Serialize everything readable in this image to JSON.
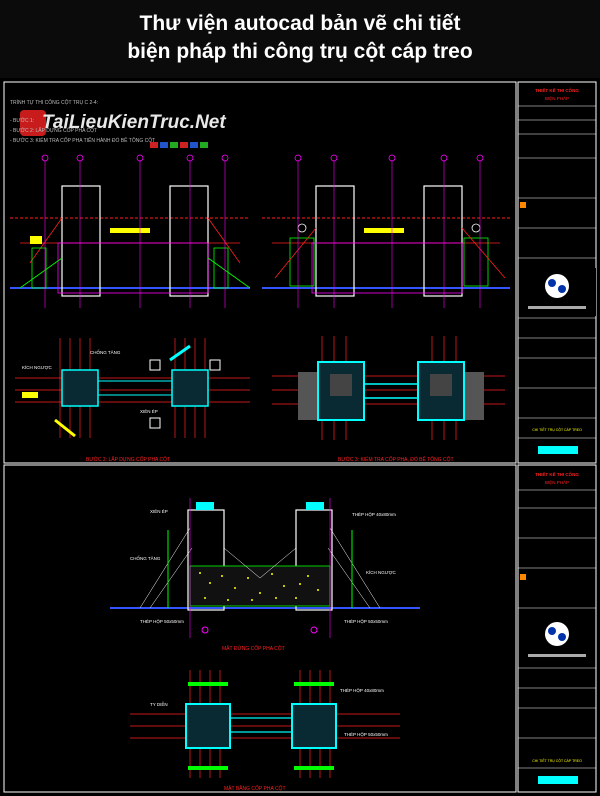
{
  "header": {
    "title_line1": "Thư viện autocad bản vẽ chi tiết",
    "title_line2": "biện pháp thi công trụ cột cáp treo"
  },
  "watermark": {
    "text": "TaiLieuKienTruc.Net"
  },
  "top_panel": {
    "notes": [
      "TRÌNH TỰ THI CÔNG CỘT TRỤ C 2-4:",
      "- BƯỚC 1:",
      "- BƯỚC 2: LẮP DỰNG CỐP PHA CỘT",
      "- BƯỚC 3: KIỂM TRA CỐP PHA TIẾN HÀNH ĐỔ BÊ TÔNG CỘT"
    ],
    "label_step2": "BƯỚC 2: LẮP DỰNG CỐP PHA CỘT",
    "label_step3": "BƯỚC 3: KIỂM TRA CỐP PHA, ĐỔ BÊ TÔNG CỘT",
    "label_prop": "CHỐNG TĂNG",
    "label_ke": "KÍCH NGƯỢC",
    "label_tie": "XIÊN ÉP"
  },
  "bottom_panel": {
    "title_elev": "MẶT ĐỨNG CỐP PHA CỘT",
    "title_plan": "MẶT BẰNG CỐP PHA CỘT",
    "label_steel1": "THÉP HỘP 40x80mm",
    "label_steel2": "THÉP HỘP 50x50mm",
    "label_steel3": "THÉP HỘP 50x50mm",
    "label_prop": "CHỐNG TĂNG",
    "label_ke": "KÍCH NGƯỢC",
    "label_tie": "XIÊN ÉP",
    "label_ty": "TY DIỄN",
    "label_plan1": "THÉP HỘP 40x80mm",
    "label_plan2": "THÉP HỘP 50x50mm"
  },
  "title_block": {
    "company": "THIẾT KẾ THI CÔNG",
    "company_sub": "BIỆN PHÁP",
    "drawing": "CHI TIẾT TRỤ CỘT CÁP TREO"
  },
  "colors": {
    "magenta": "#ff00ff",
    "cyan": "#00ffff",
    "yellow": "#ffff00",
    "red": "#ff2020",
    "green": "#00ff00",
    "blue": "#3355ff",
    "white": "#ffffff"
  }
}
